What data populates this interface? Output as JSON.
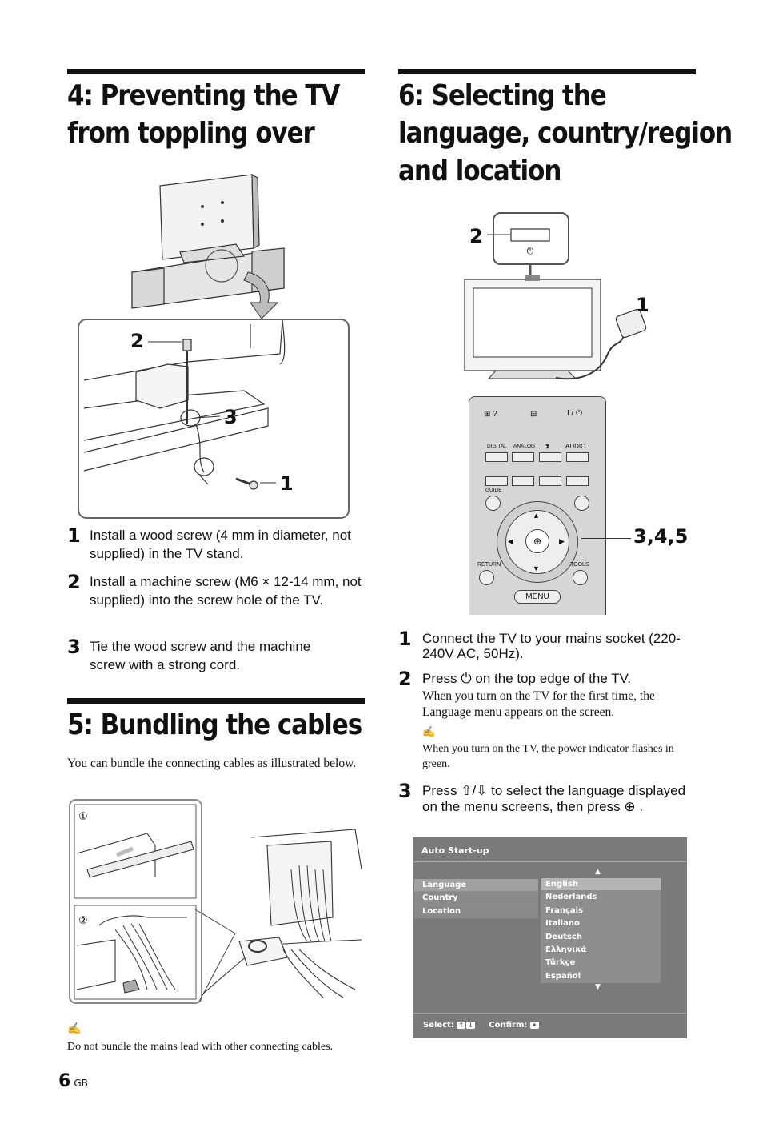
{
  "section4": {
    "title_line1": "4: Preventing the TV",
    "title_line2": "from toppling over",
    "callouts": [
      "2",
      "3",
      "1"
    ],
    "steps": [
      {
        "num": "1",
        "text": "Install a wood screw (4 mm in diameter, not supplied) in the TV stand."
      },
      {
        "num": "2",
        "text": "Install a machine screw (M6 × 12-14 mm, not supplied) into the screw hole of the TV."
      },
      {
        "num": "3",
        "text": "Tie the wood screw and the machine screw with a strong cord."
      }
    ]
  },
  "section5": {
    "title": "5: Bundling the cables",
    "intro": "You can bundle the connecting cables as illustrated below.",
    "panel_labels": [
      "①",
      "②"
    ],
    "note": "Do not bundle the mains lead with other connecting cables."
  },
  "section6": {
    "title_line1": "6: Selecting the",
    "title_line2": "language, country/region",
    "title_line3": "and location",
    "callouts": [
      "2",
      "1",
      "3,4,5"
    ],
    "remote": {
      "digital": "DIGITAL",
      "analog": "ANALOG",
      "audio": "AUDIO",
      "guide": "GUIDE",
      "return": "RETURN",
      "tools": "TOOLS",
      "menu": "MENU",
      "power": "I / ⏻"
    },
    "step1": {
      "num": "1",
      "text": "Connect the TV to your mains socket (220-240V AC, 50Hz)."
    },
    "step2": {
      "num": "2",
      "pre": "Press",
      "icon": "⏻",
      "post": "on the top edge of the TV.",
      "sub": "When you turn on the TV for the first time, the Language menu appears on the screen.",
      "note": "When you turn on the TV, the power indicator flashes in green."
    },
    "step3": {
      "num": "3",
      "pre": "Press",
      "arrows": "⇧/⇩",
      "mid": "to select the language displayed on the menu screens, then press",
      "end": "."
    }
  },
  "menu": {
    "title": "Auto Start-up",
    "left_items": [
      "Language",
      "Country",
      "Location"
    ],
    "languages": [
      "English",
      "Nederlands",
      "Français",
      "Italiano",
      "Deutsch",
      "Ελληνικά",
      "Türkçe",
      "Español"
    ],
    "select_label": "Select:",
    "confirm_label": "Confirm:"
  },
  "footer": {
    "page": "6",
    "suffix": "GB"
  }
}
